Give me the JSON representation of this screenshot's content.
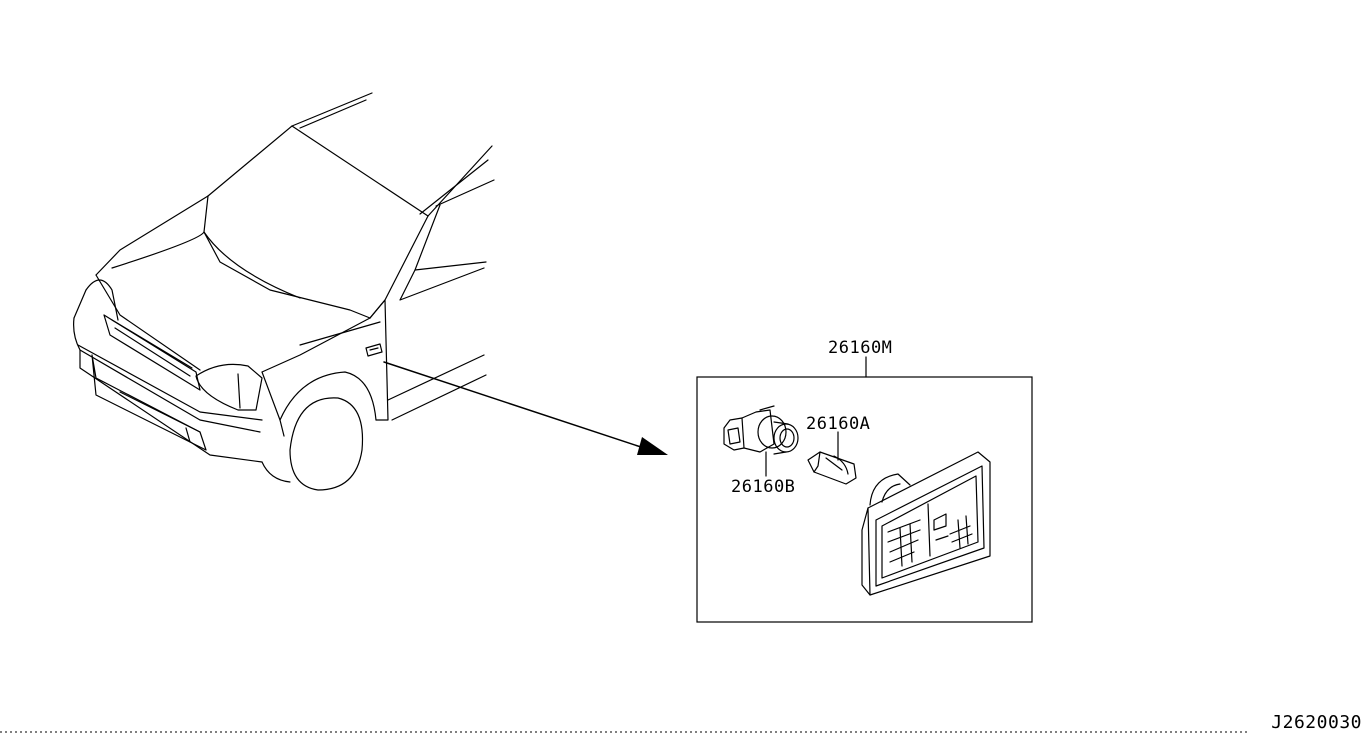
{
  "diagram": {
    "part_assembly_label": "26160M",
    "part_bulb_label": "26160A",
    "part_socket_label": "26160B",
    "figure_code": "J2620030"
  },
  "icons": {
    "vehicle": "vehicle-outline-icon",
    "lamp": "side-marker-lamp-icon",
    "socket": "bulb-socket-icon",
    "bulb": "wedge-bulb-icon"
  }
}
